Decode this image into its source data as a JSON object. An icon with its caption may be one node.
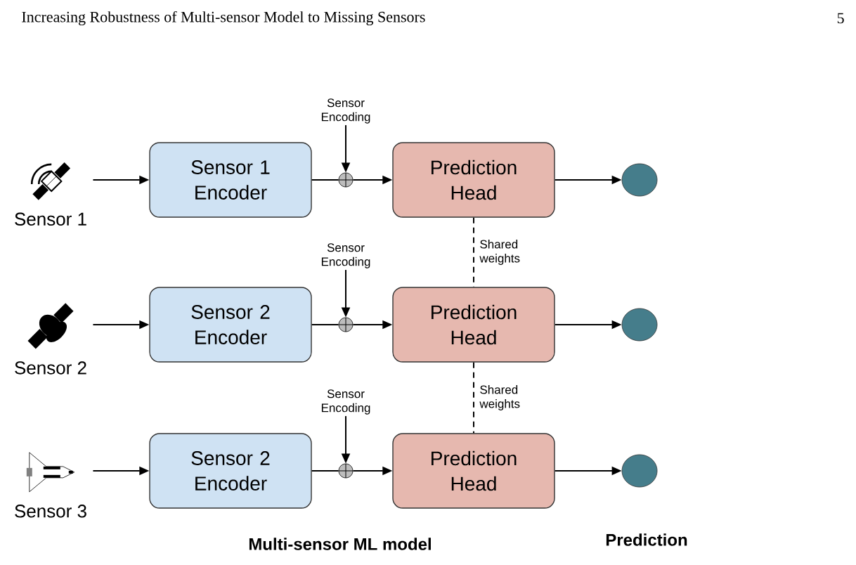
{
  "diagram": {
    "title": "Increasing Robustness of Multi-sensor Model to Missing Sensors",
    "nodes": [
      {
        "text": [
          "Sensor 1"
        ]
      },
      {
        "text": [
          "Sensor 1 Encoder"
        ]
      },
      {
        "text": [],
        "shape": "circle"
      },
      {
        "text": [
          "Sensor Encoding"
        ]
      },
      {
        "text": [
          "Prediction Head"
        ]
      },
      {
        "text": [],
        "shape": "circle"
      },
      {
        "text": [
          "Sensor 2"
        ]
      },
      {
        "text": [
          "Sensor 2 Encoder"
        ]
      },
      {
        "text": [],
        "shape": "circle"
      },
      {
        "text": [
          "Sensor Encoding"
        ]
      },
      {
        "text": [
          "Prediction Head"
        ]
      },
      {
        "text": [],
        "shape": "circle"
      },
      {
        "text": [
          "Sensor 3"
        ]
      },
      {
        "text": [
          "Sensor 2 Encoder"
        ]
      },
      {
        "text": [],
        "shape": "circle"
      },
      {
        "text": [
          "Sensor Encoding"
        ]
      },
      {
        "text": [
          "Prediction Head"
        ]
      },
      {
        "text": [],
        "shape": "circle"
      }
    ],
    "edges": [
      {
        "from": 0,
        "to": 1,
        "arrow": "to"
      },
      {
        "from": 1,
        "to": 2,
        "arrow": "none"
      },
      {
        "from": 3,
        "to": 2,
        "arrow": "to"
      },
      {
        "from": 2,
        "to": 4,
        "arrow": "to"
      },
      {
        "from": 4,
        "to": 5,
        "arrow": "to"
      },
      {
        "from": 6,
        "to": 7,
        "arrow": "to"
      },
      {
        "from": 7,
        "to": 8,
        "arrow": "none"
      },
      {
        "from": 9,
        "to": 8,
        "arrow": "to"
      },
      {
        "from": 8,
        "to": 10,
        "arrow": "to"
      },
      {
        "from": 10,
        "to": 11,
        "arrow": "to"
      },
      {
        "from": 12,
        "to": 13,
        "arrow": "to"
      },
      {
        "from": 13,
        "to": 14,
        "arrow": "none"
      },
      {
        "from": 15,
        "to": 14,
        "arrow": "to"
      },
      {
        "from": 14,
        "to": 16,
        "arrow": "to"
      },
      {
        "from": 16,
        "to": 17,
        "arrow": "to"
      },
      {
        "from": 4,
        "to": 10,
        "arrow": "none",
        "style": "dashed",
        "label": "Shared weights"
      },
      {
        "from": 10,
        "to": 16,
        "arrow": "none",
        "style": "dashed",
        "label": "Shared weights"
      }
    ],
    "labels": [
      "5",
      "Multi-sensor ML model",
      "Prediction"
    ]
  }
}
